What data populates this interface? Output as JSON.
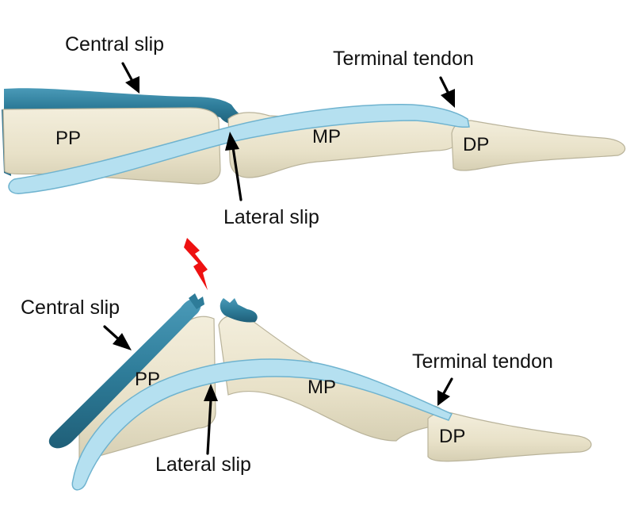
{
  "panel_top": {
    "labels": {
      "central_slip": "Central slip",
      "terminal_tendon": "Terminal tendon",
      "lateral_slip": "Lateral slip",
      "pp": "PP",
      "mp": "MP",
      "dp": "DP"
    }
  },
  "panel_bottom": {
    "labels": {
      "central_slip": "Central slip",
      "terminal_tendon": "Terminal tendon",
      "lateral_slip": "Lateral slip",
      "pp": "PP",
      "mp": "MP",
      "dp": "DP"
    }
  },
  "colors": {
    "bone": "#eae4ce",
    "central_slip": "#2f7f9c",
    "lateral_band": "#b5e0f0",
    "injury": "#ee1111",
    "arrow": "#000000"
  }
}
